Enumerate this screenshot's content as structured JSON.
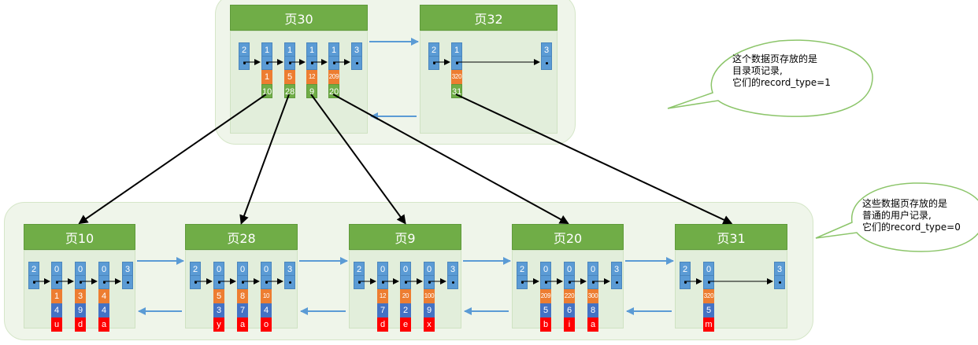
{
  "colors": {
    "header_green": "#70ad47",
    "body_green": "#e2eedb",
    "group_bg": "#eff5ea",
    "record_type_blue": "#5b9bd5",
    "key_orange": "#ed7d31",
    "column_blue": "#4472c4",
    "char_red": "#ff0000",
    "sibling_link_blue": "#5b9bd5"
  },
  "directory_level": {
    "pages": [
      {
        "title": "页30",
        "records": [
          {
            "record_type": "2"
          },
          {
            "record_type": "1",
            "key": "1",
            "page_no": "10"
          },
          {
            "record_type": "1",
            "key": "5",
            "page_no": "28"
          },
          {
            "record_type": "1",
            "key": "12",
            "page_no": "9"
          },
          {
            "record_type": "1",
            "key": "209",
            "page_no": "20"
          },
          {
            "record_type": "3"
          }
        ]
      },
      {
        "title": "页32",
        "records": [
          {
            "record_type": "2"
          },
          {
            "record_type": "1",
            "key": "320",
            "page_no": "31"
          },
          {
            "record_type": "3"
          }
        ]
      }
    ],
    "callout": {
      "lines": [
        "这个数据页存放的是",
        "目录项记录,",
        "它们的record_type=1"
      ]
    }
  },
  "leaf_level": {
    "pages": [
      {
        "title": "页10",
        "records": [
          {
            "record_type": "2"
          },
          {
            "record_type": "0",
            "key": "1",
            "col2": "4",
            "col3": "u"
          },
          {
            "record_type": "0",
            "key": "3",
            "col2": "9",
            "col3": "d"
          },
          {
            "record_type": "0",
            "key": "4",
            "col2": "4",
            "col3": "a"
          },
          {
            "record_type": "3"
          }
        ]
      },
      {
        "title": "页28",
        "records": [
          {
            "record_type": "2"
          },
          {
            "record_type": "0",
            "key": "5",
            "col2": "3",
            "col3": "y"
          },
          {
            "record_type": "0",
            "key": "8",
            "col2": "7",
            "col3": "a"
          },
          {
            "record_type": "0",
            "key": "10",
            "col2": "4",
            "col3": "o"
          },
          {
            "record_type": "3"
          }
        ]
      },
      {
        "title": "页9",
        "records": [
          {
            "record_type": "2"
          },
          {
            "record_type": "0",
            "key": "12",
            "col2": "7",
            "col3": "d"
          },
          {
            "record_type": "0",
            "key": "20",
            "col2": "2",
            "col3": "e"
          },
          {
            "record_type": "0",
            "key": "100",
            "col2": "9",
            "col3": "x"
          },
          {
            "record_type": "3"
          }
        ]
      },
      {
        "title": "页20",
        "records": [
          {
            "record_type": "2"
          },
          {
            "record_type": "0",
            "key": "209",
            "col2": "5",
            "col3": "b"
          },
          {
            "record_type": "0",
            "key": "220",
            "col2": "6",
            "col3": "i"
          },
          {
            "record_type": "0",
            "key": "300",
            "col2": "8",
            "col3": "a"
          },
          {
            "record_type": "3"
          }
        ]
      },
      {
        "title": "页31",
        "records": [
          {
            "record_type": "2"
          },
          {
            "record_type": "0",
            "key": "320",
            "col2": "5",
            "col3": "m"
          },
          {
            "record_type": "3"
          }
        ]
      }
    ],
    "callout": {
      "lines": [
        "这些数据页存放的是",
        "普通的用户记录,",
        "它们的record_type=0"
      ]
    }
  },
  "pointers": [
    {
      "from": "页30",
      "record_key": "1",
      "to": "页10"
    },
    {
      "from": "页30",
      "record_key": "5",
      "to": "页28"
    },
    {
      "from": "页30",
      "record_key": "12",
      "to": "页9"
    },
    {
      "from": "页30",
      "record_key": "209",
      "to": "页20"
    },
    {
      "from": "页32",
      "record_key": "320",
      "to": "页31"
    }
  ]
}
